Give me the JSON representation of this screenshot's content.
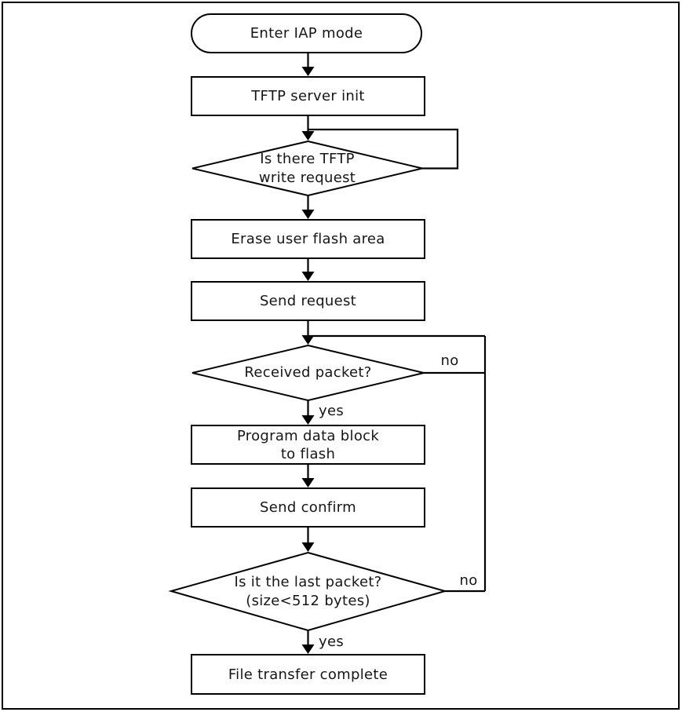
{
  "flowchart": {
    "start": {
      "label": "Enter IAP mode"
    },
    "tftp_init": {
      "label": "TFTP server init"
    },
    "write_request": {
      "line1": "Is there TFTP",
      "line2": "write request"
    },
    "erase": {
      "label": "Erase user flash area"
    },
    "send_request": {
      "label": "Send request"
    },
    "received": {
      "label": "Received packet?",
      "no": "no",
      "yes": "yes"
    },
    "program": {
      "line1": "Program data block",
      "line2": "to flash"
    },
    "send_confirm": {
      "label": "Send confirm"
    },
    "last_packet": {
      "line1": "Is it the last packet?",
      "line2": "(size<512 bytes)",
      "no": "no",
      "yes": "yes"
    },
    "complete": {
      "label": "File transfer complete"
    }
  },
  "colors": {
    "line": "#000000",
    "text": "#161616",
    "background": "#ffffff"
  }
}
